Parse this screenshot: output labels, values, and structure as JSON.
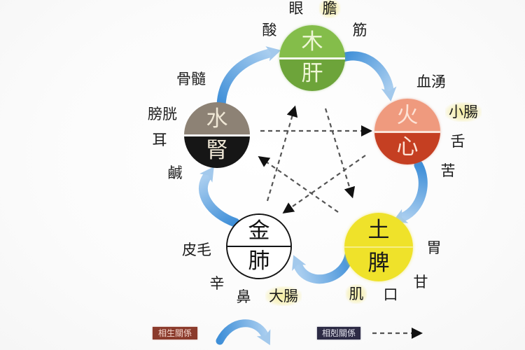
{
  "diagram": {
    "elements": {
      "wood": {
        "element": "木",
        "organ": "肝",
        "color_top": "#84bd4a",
        "color_bottom": "#6da43a",
        "labels": {
          "sense": "眼",
          "fu": "膽",
          "taste": "酸",
          "tissue": "筋"
        }
      },
      "fire": {
        "element": "火",
        "organ": "心",
        "color_top": "#ef9a7e",
        "color_bottom": "#c53f22",
        "labels": {
          "tissue": "血湧",
          "fu": "小腸",
          "sense": "舌",
          "taste": "苦"
        }
      },
      "earth": {
        "element": "土",
        "organ": "脾",
        "color": "#efe22a",
        "labels": {
          "fu": "胃",
          "taste": "甘",
          "sense": "口",
          "tissue": "肌"
        }
      },
      "metal": {
        "element": "金",
        "organ": "肺",
        "color": "#ffffff",
        "outline": "#141414",
        "labels": {
          "tissue": "皮毛",
          "taste": "辛",
          "sense": "鼻",
          "fu": "大腸"
        }
      },
      "water": {
        "element": "水",
        "organ": "腎",
        "color_top": "#8d8275",
        "color_bottom": "#161616",
        "labels": {
          "tissue": "骨髓",
          "fu": "膀胱",
          "sense": "耳",
          "taste": "鹹"
        }
      }
    },
    "generating_relations": [
      {
        "from": "木",
        "to": "火"
      },
      {
        "from": "火",
        "to": "土"
      },
      {
        "from": "土",
        "to": "金"
      },
      {
        "from": "金",
        "to": "水"
      },
      {
        "from": "水",
        "to": "木"
      }
    ],
    "controlling_relations": [
      {
        "from": "水",
        "to": "火"
      },
      {
        "from": "火",
        "to": "金"
      },
      {
        "from": "金",
        "to": "木"
      },
      {
        "from": "木",
        "to": "土"
      },
      {
        "from": "土",
        "to": "水"
      }
    ],
    "colors": {
      "generating_arrow_dark": "#3f8fd8",
      "generating_arrow_light": "#a8cdef",
      "controlling_arrow": "#555555"
    }
  },
  "legend": {
    "generating_label": "相生關係",
    "generating_color": "#8b3b2c",
    "controlling_label": "相剋關係",
    "controlling_color": "#2d2b45"
  }
}
